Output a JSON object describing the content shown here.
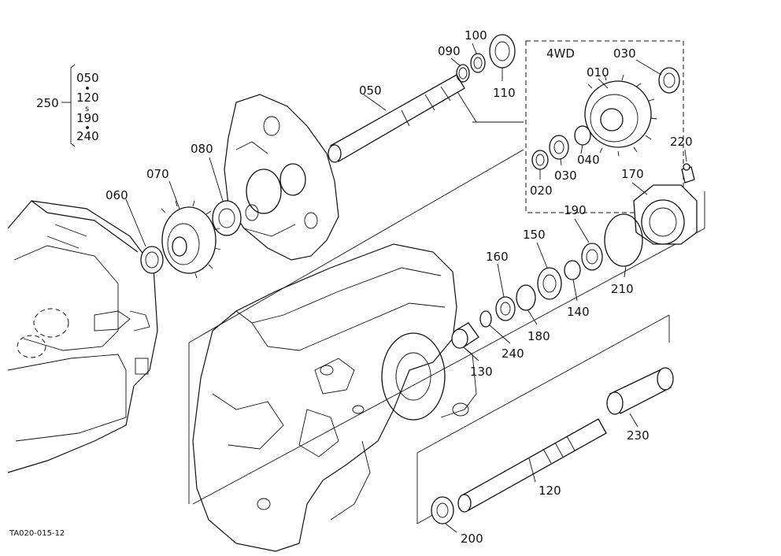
{
  "callouts": {
    "c050_main": "050",
    "c090": "090",
    "c100": "100",
    "c110": "110",
    "c4wd": "4WD",
    "c030_top": "030",
    "c010": "010",
    "c030_low": "030",
    "c040": "040",
    "c020": "020",
    "c220": "220",
    "c170": "170",
    "c190": "190",
    "c210": "210",
    "c150": "150",
    "c160": "160",
    "c140": "140",
    "c180": "180",
    "c240": "240",
    "c130": "130",
    "c080": "080",
    "c070": "070",
    "c060": "060",
    "c230": "230",
    "c120": "120",
    "c200": "200"
  },
  "group_250": {
    "label": "250",
    "items": [
      "050",
      "120",
      "190",
      "240"
    ]
  },
  "figure_code": "TA020-015-12"
}
